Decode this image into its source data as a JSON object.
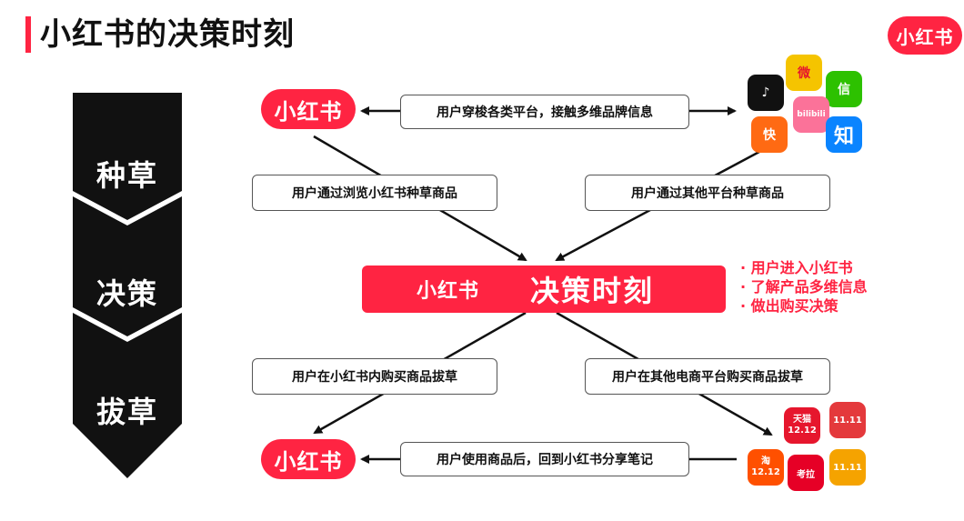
{
  "title": "小红书的决策时刻",
  "brand_logo": "小红书",
  "stages": [
    "种草",
    "决策",
    "拔草"
  ],
  "top_flow": "用户穿梭各类平台，接触多维品牌信息",
  "left_top_box": "用户通过浏览小红书种草商品",
  "right_top_box": "用户通过其他平台种草商品",
  "banner": {
    "logo": "小红书",
    "text": "决策时刻"
  },
  "notes": [
    "用户进入小红书",
    "了解产品多维信息",
    "做出购买决策"
  ],
  "left_bottom_box": "用户在小红书内购买商品拔草",
  "right_bottom_box": "用户在其他电商平台购买商品拔草",
  "bottom_flow": "用户使用商品后，回到小红书分享笔记",
  "apps_top": [
    {
      "name": "douyin-icon",
      "label": "♪"
    },
    {
      "name": "weibo-icon",
      "label": "微"
    },
    {
      "name": "wechat-icon",
      "label": "信"
    },
    {
      "name": "bilibili-icon",
      "label": "bilibili"
    },
    {
      "name": "kuaishou-icon",
      "label": "快"
    },
    {
      "name": "zhihu-icon",
      "label": "知"
    }
  ],
  "apps_bottom": [
    {
      "name": "tmall-icon",
      "label": "天猫\n12.12"
    },
    {
      "name": "jd-icon",
      "label": "11.11"
    },
    {
      "name": "taobao-icon",
      "label": "淘\n12.12"
    },
    {
      "name": "koala-icon",
      "label": "考拉"
    },
    {
      "name": "suning-icon",
      "label": "11.11"
    }
  ],
  "colors": {
    "accent": "#ff2442",
    "chevron": "#111111"
  }
}
